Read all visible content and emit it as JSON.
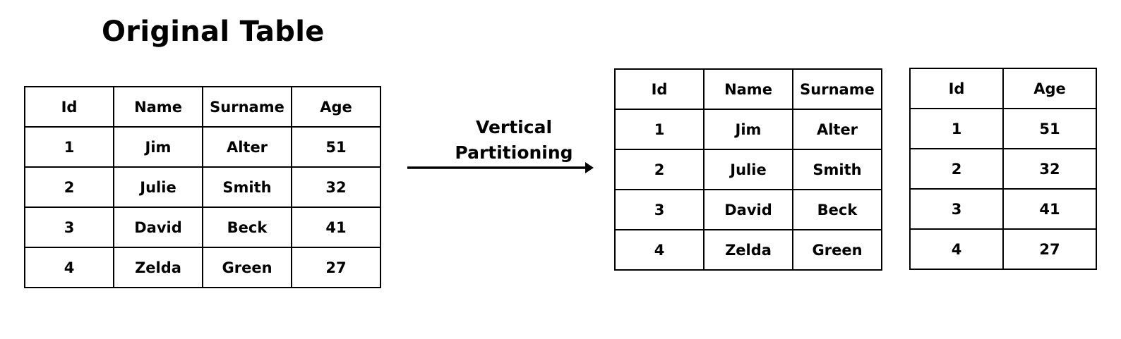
{
  "title": "Original Table",
  "operation": {
    "line1": "Vertical",
    "line2": "Partitioning"
  },
  "original_table": {
    "headers": [
      "Id",
      "Name",
      "Surname",
      "Age"
    ],
    "rows": [
      [
        "1",
        "Jim",
        "Alter",
        "51"
      ],
      [
        "2",
        "Julie",
        "Smith",
        "32"
      ],
      [
        "3",
        "David",
        "Beck",
        "41"
      ],
      [
        "4",
        "Zelda",
        "Green",
        "27"
      ]
    ]
  },
  "partition_a": {
    "headers": [
      "Id",
      "Name",
      "Surname"
    ],
    "rows": [
      [
        "1",
        "Jim",
        "Alter"
      ],
      [
        "2",
        "Julie",
        "Smith"
      ],
      [
        "3",
        "David",
        "Beck"
      ],
      [
        "4",
        "Zelda",
        "Green"
      ]
    ]
  },
  "partition_b": {
    "headers": [
      "Id",
      "Age"
    ],
    "rows": [
      [
        "1",
        "51"
      ],
      [
        "2",
        "32"
      ],
      [
        "3",
        "41"
      ],
      [
        "4",
        "27"
      ]
    ]
  }
}
